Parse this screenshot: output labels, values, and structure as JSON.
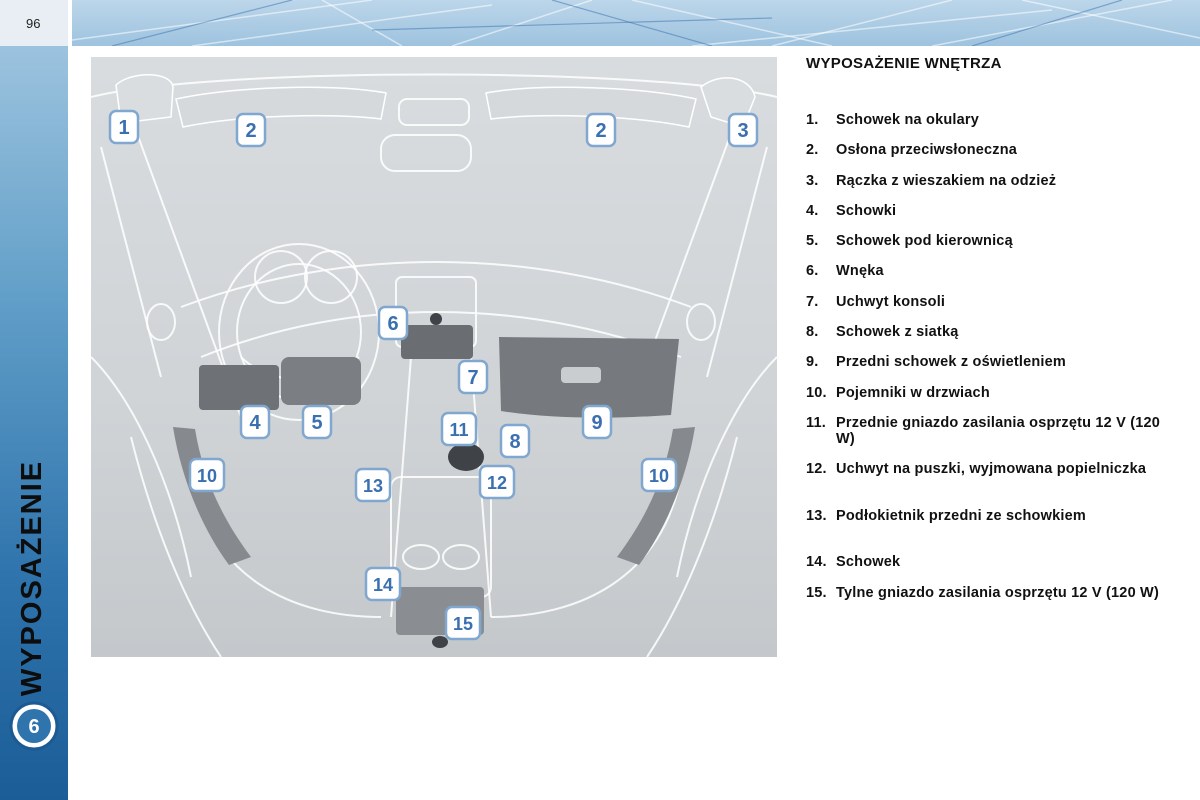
{
  "page": {
    "number": "96"
  },
  "sidebar": {
    "chapter_title": "WYPOSAŻENIE",
    "chapter_number": "6"
  },
  "section": {
    "title": "WYPOSAŻENIE WNĘTRZA"
  },
  "legend": [
    {
      "num": "1.",
      "text": "Schowek na okulary"
    },
    {
      "num": "2.",
      "text": "Osłona przeciwsłoneczna"
    },
    {
      "num": "3.",
      "text": "Rączka z wieszakiem na odzież"
    },
    {
      "num": "4.",
      "text": "Schowki"
    },
    {
      "num": "5.",
      "text": "Schowek pod kierownicą"
    },
    {
      "num": "6.",
      "text": "Wnęka"
    },
    {
      "num": "7.",
      "text": "Uchwyt konsoli"
    },
    {
      "num": "8.",
      "text": "Schowek z siatką"
    },
    {
      "num": "9.",
      "text": "Przedni schowek z oświetleniem"
    },
    {
      "num": "10.",
      "text": "Pojemniki w drzwiach"
    },
    {
      "num": "11.",
      "text": "Przednie gniazdo zasilania osprzętu 12 V (120 W)"
    },
    {
      "num": "12.",
      "text": "Uchwyt na puszki, wyjmowana popielniczka"
    },
    {
      "num": "13.",
      "text": "Podłokietnik przedni ze schowkiem"
    },
    {
      "num": "14.",
      "text": "Schowek"
    },
    {
      "num": "15.",
      "text": "Tylne gniazdo zasilania osprzętu 12 V (120 W)"
    }
  ],
  "callouts": [
    "1",
    "2",
    "2",
    "3",
    "4",
    "5",
    "6",
    "7",
    "8",
    "9",
    "10",
    "10",
    "11",
    "12",
    "13",
    "14",
    "15"
  ],
  "colors": {
    "sidebar_top": "#9cc3de",
    "sidebar_bottom": "#1b5d97",
    "callout_border": "#7fa7cf",
    "callout_text": "#3a6fb0"
  }
}
